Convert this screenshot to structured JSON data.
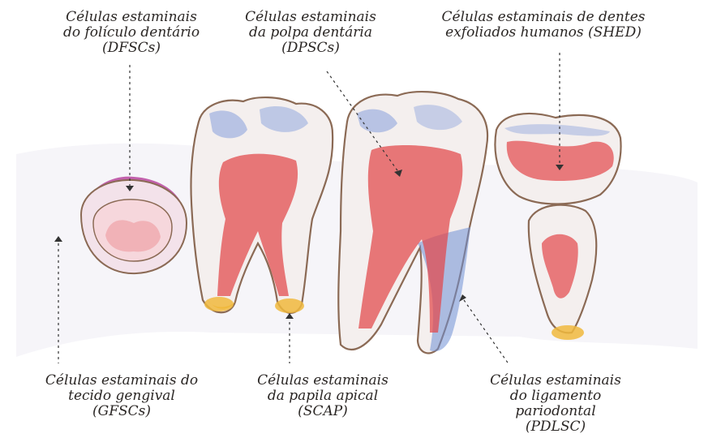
{
  "labels": {
    "dfsc": {
      "lines": [
        "Células estaminais",
        "do folículo dentário",
        "(DFSCs)"
      ]
    },
    "dpsc": {
      "lines": [
        "Células estaminais",
        "da polpa dentária",
        "(DPSCs)"
      ]
    },
    "shed": {
      "lines": [
        "Células estaminais de dentes",
        "exfoliados humanos (SHED)"
      ]
    },
    "gfsc": {
      "lines": [
        "Células estaminais do",
        "tecido gengival",
        "(GFSCs)"
      ]
    },
    "scap": {
      "lines": [
        "Células estaminais",
        "da papila apical",
        "(SCAP)"
      ]
    },
    "pdlsc": {
      "lines": [
        "Células estaminais",
        "do ligamento",
        "pariodontal",
        "(PDLSC)"
      ]
    }
  },
  "colors": {
    "pulp": "#e2474a",
    "enamel_shadow": "#6f8fd6",
    "follicle": "#b8479f",
    "papilla": "#f0b93d",
    "outline": "#8b6a55",
    "gingiva": "#ece8f2"
  }
}
